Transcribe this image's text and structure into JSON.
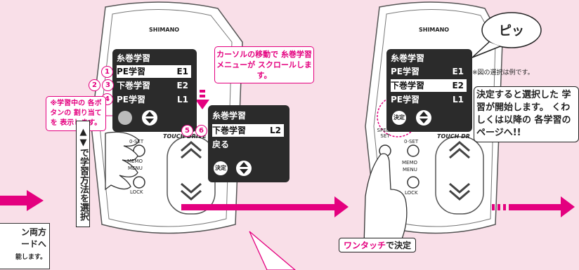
{
  "left_partial": {
    "line1": "ン両方",
    "line2": "ードへ",
    "line3": "能します。"
  },
  "left_device": {
    "brand": "SHIMANO",
    "touch_text": "TOUCH DRIVE",
    "menu_title": "糸巻学習",
    "rows": [
      {
        "label": "PE学習",
        "value": "E1",
        "selected": true
      },
      {
        "label": "下巻学習",
        "value": "E2",
        "selected": false
      },
      {
        "label": "PE学習",
        "value": "L1",
        "selected": false
      }
    ],
    "btn_labels": {
      "oset": "0-SET",
      "memo": "MEMO",
      "menu": "MENU",
      "lock": "LOCK"
    },
    "numbers": [
      "1",
      "2",
      "3",
      "4"
    ]
  },
  "popup_screen": {
    "menu_title": "糸巻学習",
    "rows": [
      {
        "label": "下巻学習",
        "value": "L2",
        "selected": true
      },
      {
        "label": "戻る",
        "value": "",
        "selected": false
      }
    ],
    "decide": "決定",
    "numbers": [
      "5",
      "6"
    ]
  },
  "notes": {
    "cursor": "カーソルの移動で 糸巻学習メニューが スクロールします。",
    "assign": "※学習中の 各ボタンの 割り当てを 表示します。",
    "vertical": "▲▼で学習方法を選択"
  },
  "right_device": {
    "brand": "SHIMANO",
    "touch_text": "TOUCH DR",
    "menu_title": "糸巻学習",
    "rows": [
      {
        "label": "PE学習",
        "value": "E1",
        "selected": false
      },
      {
        "label": "下巻学習",
        "value": "E2",
        "selected": true
      },
      {
        "label": "PE学習",
        "value": "L1",
        "selected": false
      }
    ],
    "decide": "決定",
    "speed_set": "SPEED SET",
    "btn_labels": {
      "oset": "0-SET",
      "memo": "MEMO",
      "menu": "MENU",
      "lock": "LOCK"
    }
  },
  "pip": "ピッ",
  "example_note": "※図の選択は例です。",
  "decide_note": "決定すると選択した 学習が開始します。 くわしくは以降の 各学習のページへ!!",
  "one_touch": {
    "bold": "ワンタッチ",
    "rest": "で決定"
  },
  "colors": {
    "accent": "#e4007f",
    "bg": "#f9dfe8",
    "screen": "#2b2b2b"
  }
}
